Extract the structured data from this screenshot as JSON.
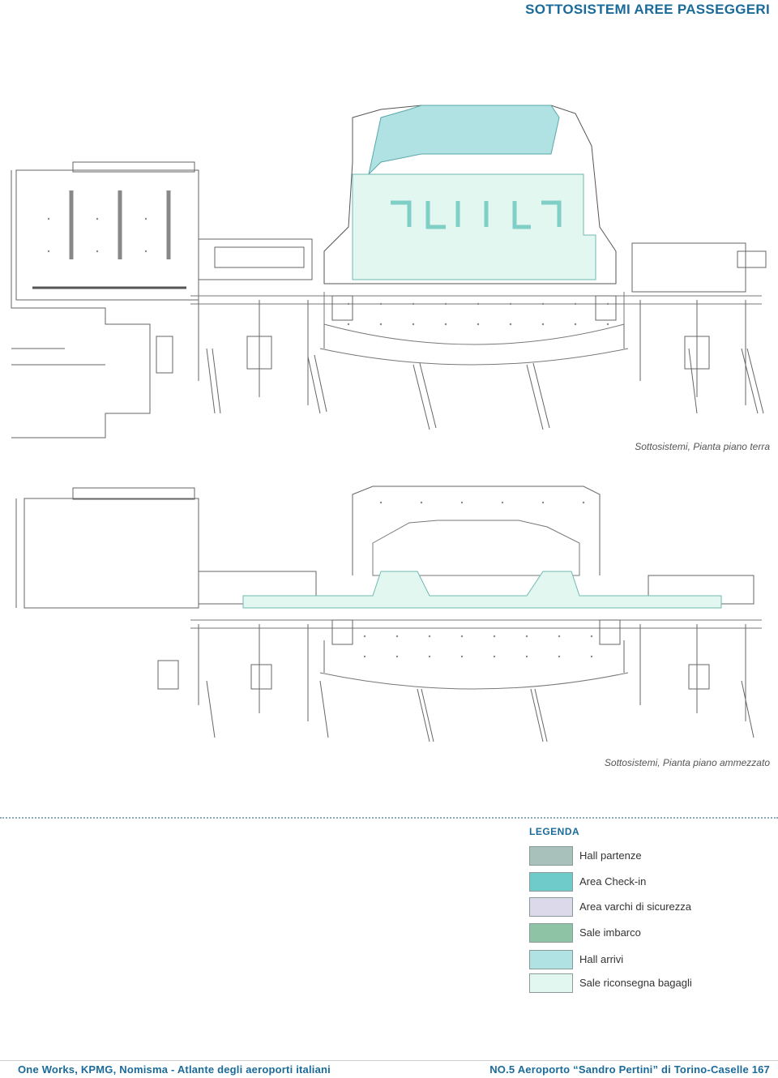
{
  "header": {
    "title": "SOTTOSISTEMI AREE PASSEGGERI"
  },
  "plans": [
    {
      "caption": "Sottosistemi, Pianta piano terra"
    },
    {
      "caption": "Sottosistemi, Pianta piano ammezzato"
    }
  ],
  "legend": {
    "title": "LEGENDA",
    "items": [
      {
        "label": "Hall partenze",
        "color": "#a9c1bb"
      },
      {
        "label": "Area Check-in",
        "color": "#6fcaca"
      },
      {
        "label": "Area varchi di sicurezza",
        "color": "#dcdaea"
      },
      {
        "label": "Sale imbarco",
        "color": "#8ec3a6"
      },
      {
        "label": "Hall arrivi",
        "color": "#b0e2e4"
      },
      {
        "label": "Sale riconsegna bagagli",
        "color": "#e3f7f1"
      }
    ]
  },
  "colors": {
    "title": "#1a6a9a",
    "footer_left": "#1a6a9a",
    "footer_right": "#1a6a9a",
    "dotline": "#8aaabd"
  },
  "footer": {
    "left": "One Works, KPMG, Nomisma - Atlante degli aeroporti italiani",
    "right": "NO.5 Aeroporto “Sandro Pertini” di Torino-Caselle  167"
  }
}
